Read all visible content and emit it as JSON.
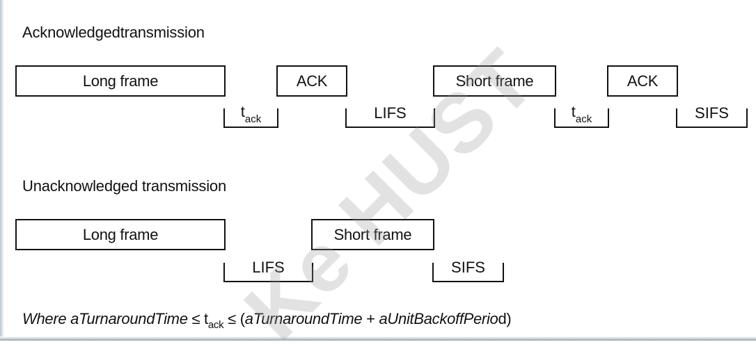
{
  "acknowledged": {
    "heading": "Acknowledgedtransmission",
    "long_frame": "Long frame",
    "ack1": "ACK",
    "short_frame": "Short frame",
    "ack2": "ACK",
    "t1": "t",
    "t1_sub": "ack",
    "lifs": "LIFS",
    "t2": "t",
    "t2_sub": "ack",
    "sifs": "SIFS"
  },
  "unacknowledged": {
    "heading": "Unacknowledged transmission",
    "long_frame": "Long frame",
    "short_frame": "Short frame",
    "lifs": "LIFS",
    "sifs": "SIFS"
  },
  "formula": {
    "where": "Where ",
    "term1": "aTurnaroundTime",
    "le1": " ≤ t",
    "sub": "ack",
    "le2": " ≤ (",
    "term2": "aTurnaroundTime",
    "plus": " + ",
    "term3": "aUnitBackoffPerio",
    "tail": "d)"
  },
  "watermark": "Ke HUST"
}
